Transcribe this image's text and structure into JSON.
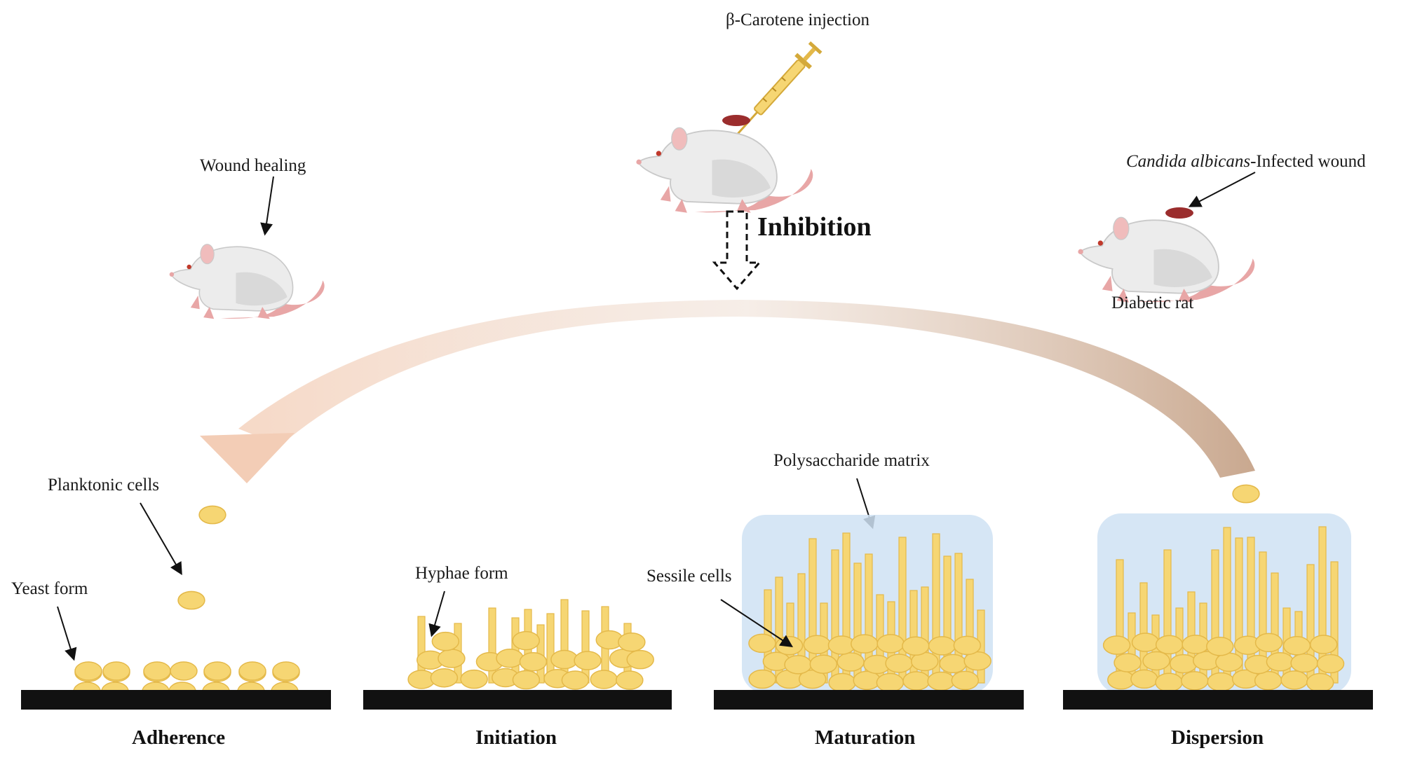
{
  "labels": {
    "wound_healing": "Wound healing",
    "injection": "β-Carotene injection",
    "inhibition": "Inhibition",
    "infected_species": "Candida albicans",
    "infected_suffix": "-Infected wound",
    "diabetic_rat": "Diabetic rat",
    "planktonic_cells": "Planktonic cells",
    "yeast_form": "Yeast form",
    "hyphae_form": "Hyphae form",
    "polysaccharide_matrix": "Polysaccharide matrix",
    "sessile_cells": "Sessile cells"
  },
  "stages": [
    {
      "label": "Adherence"
    },
    {
      "label": "Initiation"
    },
    {
      "label": "Maturation"
    },
    {
      "label": "Dispersion"
    }
  ],
  "colors": {
    "cell_fill": "#f6d673",
    "cell_stroke": "#e4b94a",
    "matrix": "#cfe2f3",
    "arrow_left": "#f3cdb6",
    "arrow_right": "#c9a88f",
    "surface": "#111111",
    "rat_body": "#ececec",
    "rat_pink": "#e8a6a6",
    "wound": "#9b2d2d"
  },
  "icons": [
    "rat-icon",
    "syringe-icon",
    "inhibition-arrow-icon",
    "curved-arrow-icon"
  ]
}
